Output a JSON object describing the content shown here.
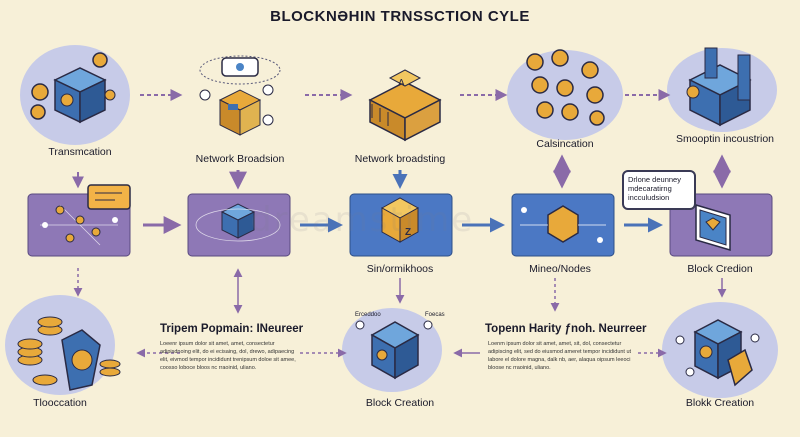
{
  "title": "BLOCKNƏHIN TRNSSCTION CYLE",
  "watermark": "dreamstime",
  "colors": {
    "panel_purple": "#8e78b6",
    "panel_blue": "#4b78c4",
    "arrow_purple": "#8a6aa8",
    "arrow_blue": "#4a72b8",
    "coin": "#e8a93a",
    "cube_blue": "#4a84c6",
    "background": "#f7f0d8"
  },
  "nodes": {
    "transaction": {
      "label": "Transmcation",
      "icon": "cube-with-coins-icon"
    },
    "network_broadcast": {
      "label": "Network Broadsion",
      "icon": "server-network-icon"
    },
    "network_broadcasting": {
      "label": "Network broadsting",
      "icon": "cpu-chip-icon"
    },
    "calsincation": {
      "label": "Calsincation",
      "icon": "coin-grid-icon"
    },
    "smoopting": {
      "label": "Smooptin incoustrion",
      "icon": "factory-blocks-icon"
    },
    "row2_panel1": {
      "icon": "network-nodes-icon"
    },
    "row2_panel2": {
      "icon": "network-cube-icon"
    },
    "synchro": {
      "label": "Sin/ormikhoos",
      "icon": "blue-cube-icon"
    },
    "miners": {
      "label": "Mineo/Nodes",
      "icon": "hexagon-chip-icon"
    },
    "block_creation_1": {
      "label": "Block Credion",
      "icon": "block-frame-icon"
    },
    "tloocation": {
      "label": "Tlooccation",
      "icon": "coin-stacks-icon"
    },
    "block_creation_2": {
      "label": "Block Creation",
      "icon": "cube-coins-icon"
    },
    "block_creation_3": {
      "label": "Blokk Creation",
      "icon": "cube-coins-icon"
    }
  },
  "bubble_text": "Drlone deunney mdecaratirng incculudsion",
  "text_blocks": {
    "left": {
      "heading": "Tripem Popmain: INeureer",
      "body": "Loeenr ipsum dolor sit amet, amet, consectetur adipisdnoing elit, do ei ecisaing, dol, drewo, adipaecing elit, eivmod tempor incididunt trenipsum doloe sit amee, coosso loboce bloos nc rraoinid, uliano."
    },
    "right": {
      "heading": "Topenn Harity ƒnoh. Neurreer",
      "body": "Loenm ipsum dolor sit amet, amet, sit, dol, consectetur adipiscing elit, sed do eiusmod ameret tempor incididunt ut labore el dolore magna, dalk nb, aer, alaqua oipsum leeoci bloose nc rraoinid, uliano."
    },
    "label_e1": "Erceddoo",
    "label_e2": "Foecas"
  }
}
